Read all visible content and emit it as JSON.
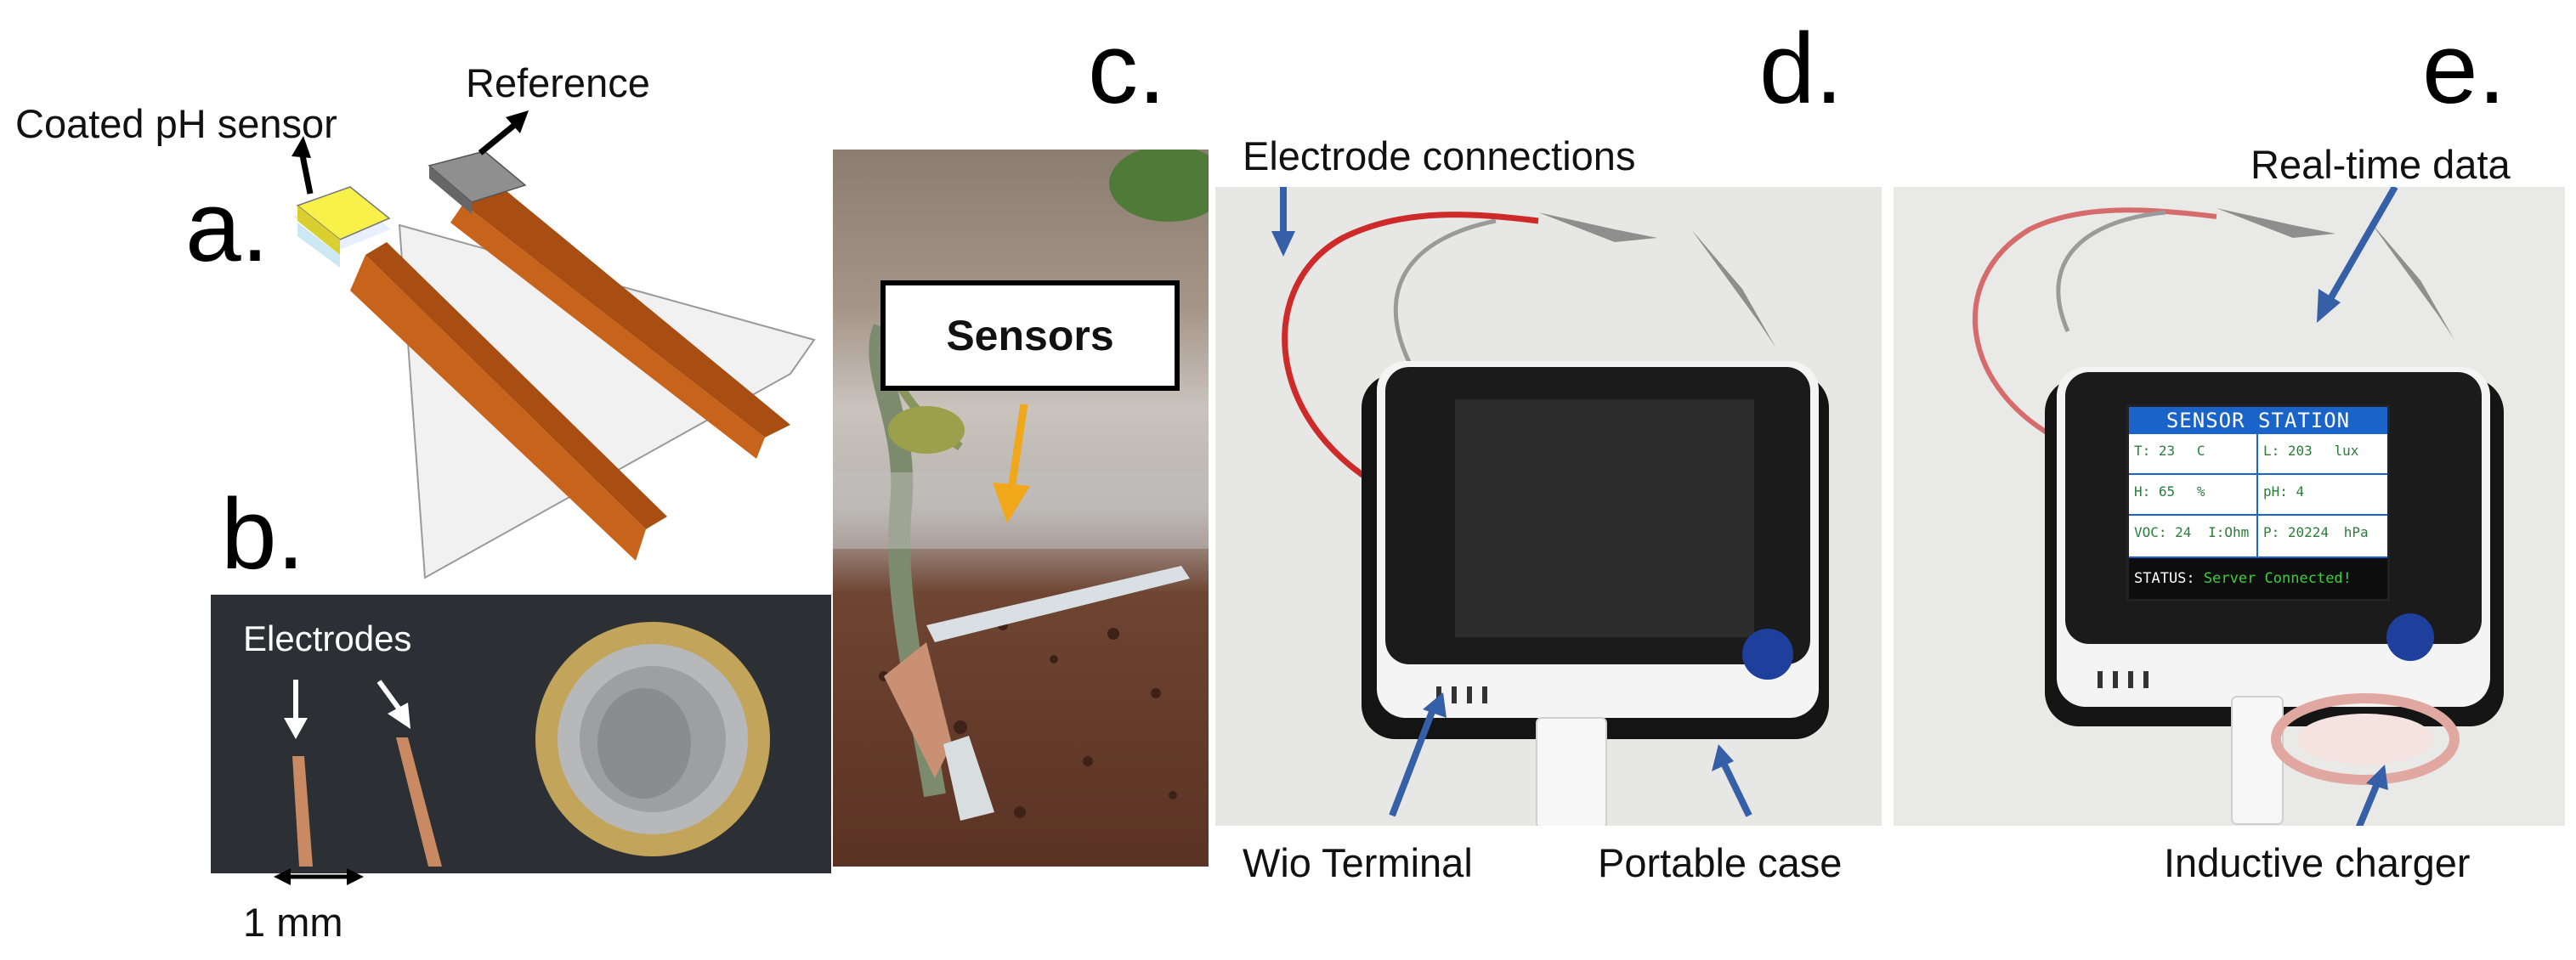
{
  "panels": {
    "a": {
      "letter": "a.",
      "labels": {
        "coated_sensor": "Coated pH sensor",
        "reference": "Reference"
      }
    },
    "b": {
      "letter": "b.",
      "labels": {
        "electrodes": "Electrodes",
        "scale": "1 mm"
      }
    },
    "c": {
      "letter": "c.",
      "labels": {
        "sensors": "Sensors"
      }
    },
    "d": {
      "letter": "d.",
      "labels": {
        "electrode_connections": "Electrode connections",
        "wio_terminal": "Wio Terminal",
        "portable_case": "Portable case"
      }
    },
    "e": {
      "letter": "e.",
      "labels": {
        "realtime_data": "Real-time data",
        "inductive_charger": "Inductive charger"
      },
      "screen": {
        "title": "SENSOR STATION",
        "cells": [
          {
            "key": "T:",
            "value": "23",
            "unit": "C"
          },
          {
            "key": "L:",
            "value": "203",
            "unit": "lux"
          },
          {
            "key": "H:",
            "value": "65",
            "unit": "%"
          },
          {
            "key": "pH:",
            "value": "4",
            "unit": ""
          },
          {
            "key": "VOC:",
            "value": "24",
            "unit": "I:Ohm"
          },
          {
            "key": "P:",
            "value": "20224",
            "unit": "hPa"
          }
        ],
        "status_label": "STATUS:",
        "status_value": "Server Connected!"
      }
    }
  },
  "colors": {
    "copper": "#c8631c",
    "arrow_blue": "#3560a8",
    "arrow_orange": "#f0a81a",
    "screen_header": "#1a63c9",
    "status_green": "#3ad13a"
  }
}
